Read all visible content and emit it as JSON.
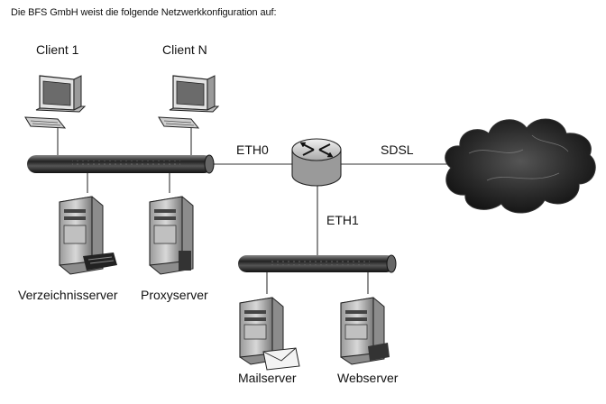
{
  "intro": "Die BFS GmbH weist die folgende Netzwerkkonfiguration auf:",
  "labels": {
    "client1": "Client 1",
    "clientN": "Client N",
    "eth0": "ETH0",
    "sdsl": "SDSL",
    "eth1": "ETH1",
    "verzeichnisserver": "Verzeichnisserver",
    "proxyserver": "Proxyserver",
    "mailserver": "Mailserver",
    "webserver": "Webserver"
  },
  "icons": {
    "client": "desktop-computer-icon",
    "server": "tower-server-icon",
    "router": "router-icon",
    "internet": "cloud-icon"
  }
}
